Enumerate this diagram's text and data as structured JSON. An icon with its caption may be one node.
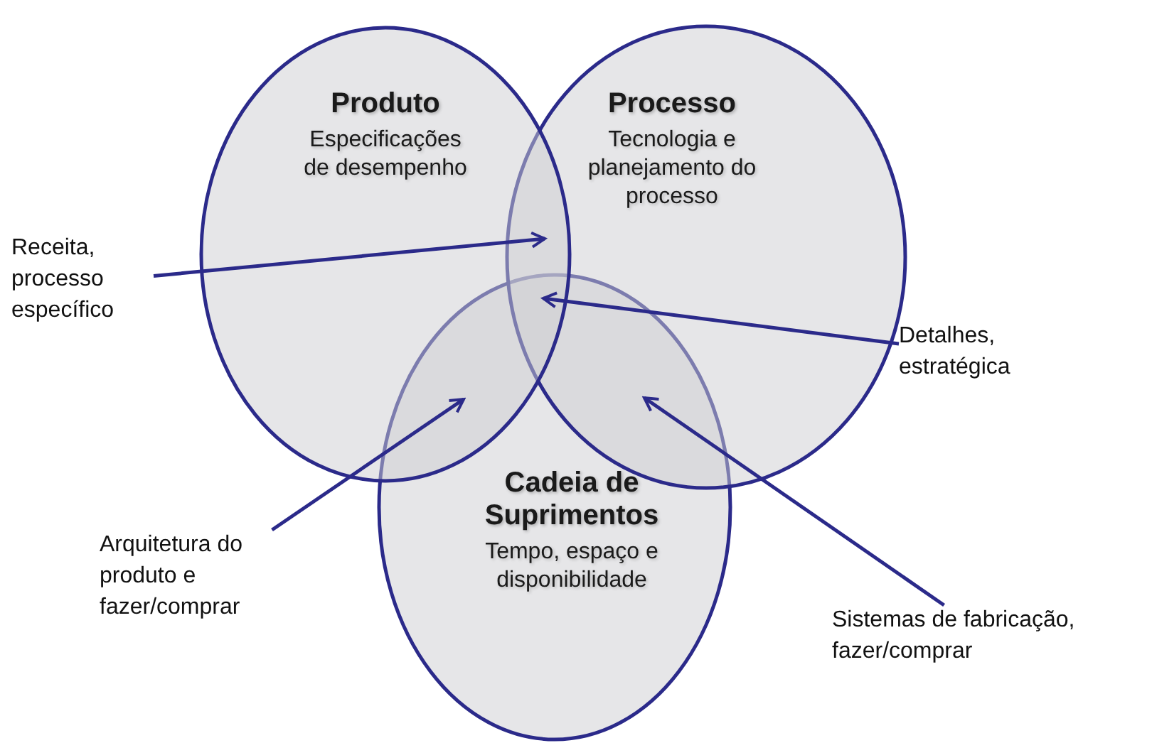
{
  "diagram": {
    "nodes": [
      {
        "text": [
          "Produto",
          "Especificações de desempenho"
        ]
      },
      {
        "text": [
          "Processo",
          "Tecnologia e planejamento do processo"
        ]
      },
      {
        "text": [
          "Cadeia de Suprimentos",
          "Tempo, espaço e disponibilidade"
        ]
      },
      {
        "text": [
          "Receita, processo específico"
        ]
      },
      {
        "text": [
          "Detalhes, estratégica"
        ]
      },
      {
        "text": [
          "Arquitetura do produto e fazer/comprar"
        ]
      },
      {
        "text": [
          "Sistemas de fabricação, fazer/comprar"
        ]
      }
    ],
    "edges": [
      {
        "from": 3,
        "to": 0,
        "arrow": "to"
      },
      {
        "from": 3,
        "to": 1,
        "arrow": "to"
      },
      {
        "from": 4,
        "to": 0,
        "arrow": "to"
      },
      {
        "from": 4,
        "to": 1,
        "arrow": "to"
      },
      {
        "from": 4,
        "to": 2,
        "arrow": "to"
      },
      {
        "from": 5,
        "to": 0,
        "arrow": "to"
      },
      {
        "from": 5,
        "to": 2,
        "arrow": "to"
      },
      {
        "from": 6,
        "to": 1,
        "arrow": "to"
      },
      {
        "from": 6,
        "to": 2,
        "arrow": "to"
      }
    ]
  }
}
